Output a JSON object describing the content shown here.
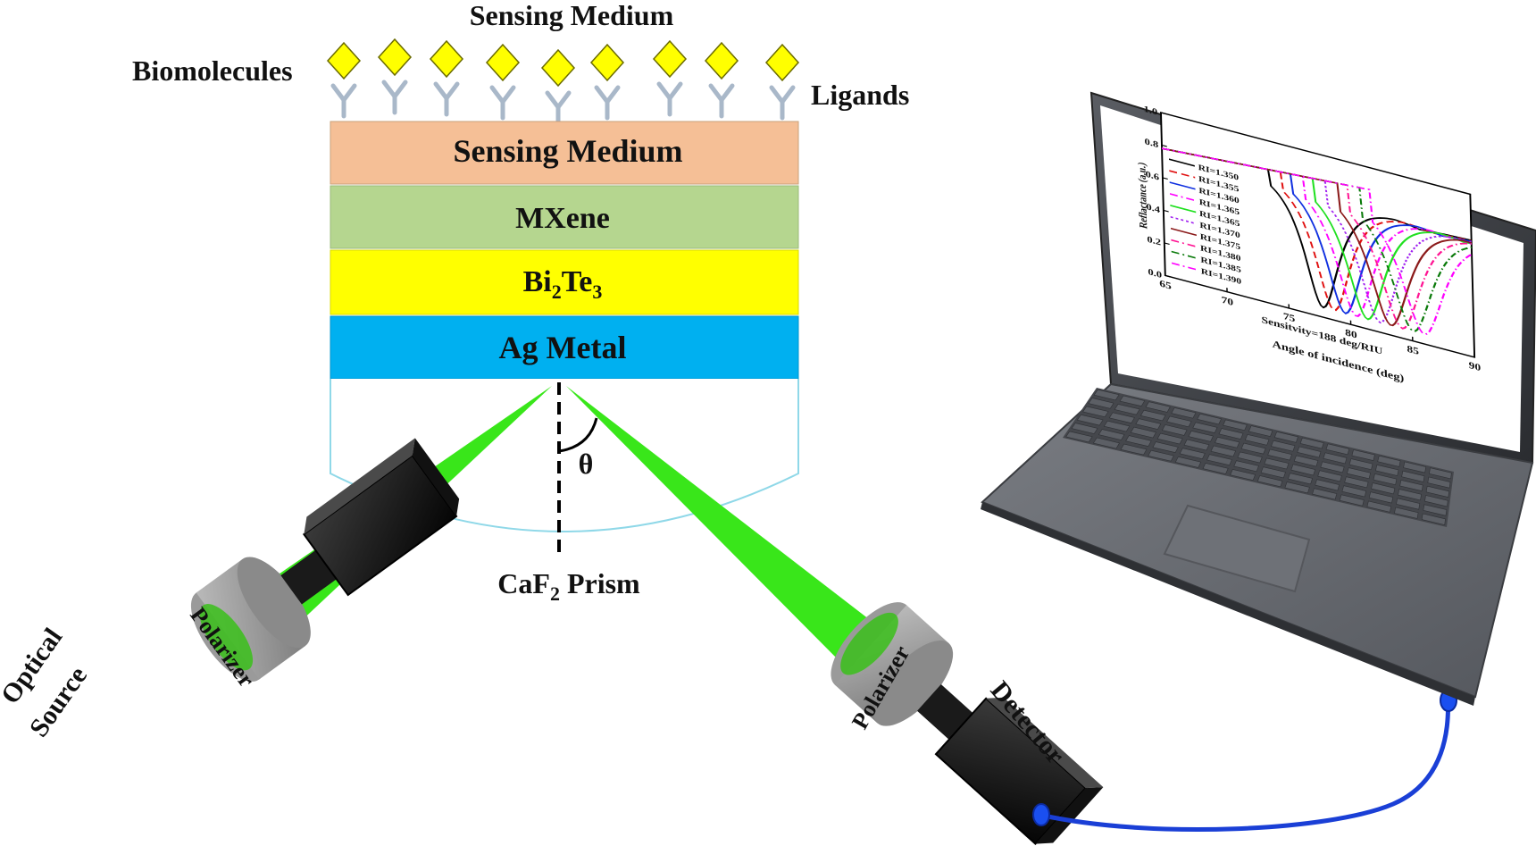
{
  "labels": {
    "top_sensing_medium": "Sensing Medium",
    "biomolecules": "Biomolecules",
    "ligands": "Ligands",
    "theta": "θ",
    "prism_main": "CaF",
    "prism_sub": "2",
    "prism_rest": " Prism",
    "optical": "Optical",
    "source": "Source",
    "polarizer_left": "Polarizer",
    "polarizer_right": "Polarizer",
    "detector": "Detector"
  },
  "layers": {
    "sensing": "Sensing Medium",
    "mxene": "MXene",
    "bi_main": "Bi",
    "bi_sub1": "2",
    "bi_te": "Te",
    "bi_sub2": "3",
    "ag": "Ag Metal"
  },
  "colors": {
    "sensing": "#f5bf96",
    "mxene": "#b5d68f",
    "bi2te3": "#ffff00",
    "ag": "#00b0f0",
    "beam": "#39e61a",
    "biomolecule": "#ffff00",
    "ligand": "#a9b8c9",
    "cable": "#1a3fd6"
  },
  "chart_data": {
    "type": "line",
    "xlabel": "Angle of incidence (deg)",
    "ylabel": "Reflactance (a.u.)",
    "annotation": "Sensitvity=188 deg/RIU",
    "xlim": [
      65,
      90
    ],
    "ylim": [
      0.0,
      1.0
    ],
    "x_ticks": [
      "65",
      "70",
      "75",
      "80",
      "85",
      "90"
    ],
    "y_ticks": [
      "0.0",
      "0.2",
      "0.4",
      "0.6",
      "0.8",
      "1.0"
    ],
    "series": [
      {
        "name": "RI=1.350",
        "color": "#000000",
        "dash": "solid",
        "dip_angle": 77.8
      },
      {
        "name": "RI=1.355",
        "color": "#e01010",
        "dash": "dash",
        "dip_angle": 78.7
      },
      {
        "name": "RI=1.360",
        "color": "#1030e0",
        "dash": "solid",
        "dip_angle": 79.6
      },
      {
        "name": "RI=1.365",
        "color": "#ff00ff",
        "dash": "dashdot",
        "dip_angle": 80.5
      },
      {
        "name": "RI=1.365",
        "color": "#20e020",
        "dash": "solid",
        "dip_angle": 81.4
      },
      {
        "name": "RI=1.370",
        "color": "#a020f0",
        "dash": "dot",
        "dip_angle": 82.4
      },
      {
        "name": "RI=1.375",
        "color": "#8b1a1a",
        "dash": "solid",
        "dip_angle": 83.3
      },
      {
        "name": "RI=1.380",
        "color": "#ff1493",
        "dash": "dashdot",
        "dip_angle": 84.2
      },
      {
        "name": "RI=1.385",
        "color": "#0a7a0a",
        "dash": "dashdot",
        "dip_angle": 85.1
      },
      {
        "name": "RI=1.390",
        "color": "#ff00ff",
        "dash": "dashdot",
        "dip_angle": 86.0
      }
    ]
  }
}
